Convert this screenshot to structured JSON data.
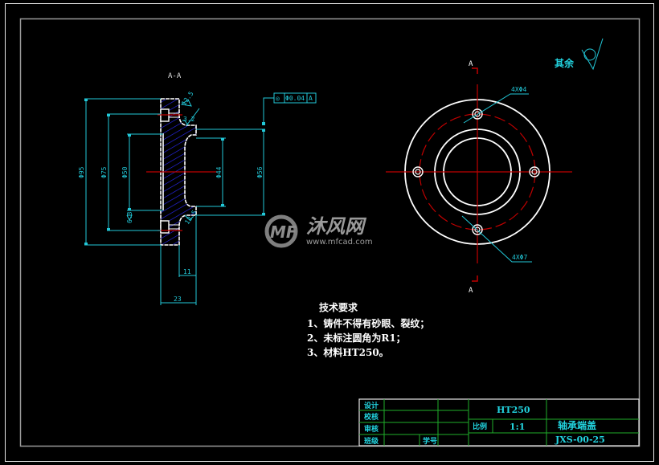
{
  "drawing": {
    "title": "轴承端盖",
    "drawing_number": "JXS-00-25",
    "material": "HT250",
    "scale": "1:1",
    "colors": {
      "background": "#000000",
      "outline": "#ffffff",
      "dimension": "#22c8d8",
      "centerline": "#c00000",
      "hatch": "#2a2aff",
      "title_block_lines": "#1fae2a"
    }
  },
  "section_view": {
    "label": "A-A",
    "dimensions": {
      "outer_diameter": "Φ95",
      "bolt_circle": "Φ75",
      "inner_bore": "Φ50",
      "hub_bore": "Φ44",
      "hub_outer": "Φ56",
      "hub_length": "11",
      "overall_length": "23"
    },
    "roughness": [
      "3.2",
      "12.5",
      "12.5",
      "6.3"
    ],
    "tolerance_frame": {
      "symbol": "◎",
      "value": "Φ0.04",
      "datum": "A"
    }
  },
  "front_view": {
    "section_marker_top": "A",
    "section_marker_bottom": "A",
    "hole_callout_small": "4XΦ4",
    "hole_callout_large": "4XΦ7"
  },
  "surface_note": {
    "label": "其余"
  },
  "tech_requirements": {
    "title": "技术要求",
    "items": [
      "1、铸件不得有砂眼、裂纹；",
      "2、未标注圆角为R1；",
      "3、材料HT250。"
    ]
  },
  "title_block": {
    "rows": [
      "设计",
      "校核",
      "审核",
      "班级"
    ],
    "student_id_label": "学号",
    "scale_label": "比例"
  },
  "watermark": {
    "brand": "沐风网",
    "url": "www.mfcad.com"
  }
}
